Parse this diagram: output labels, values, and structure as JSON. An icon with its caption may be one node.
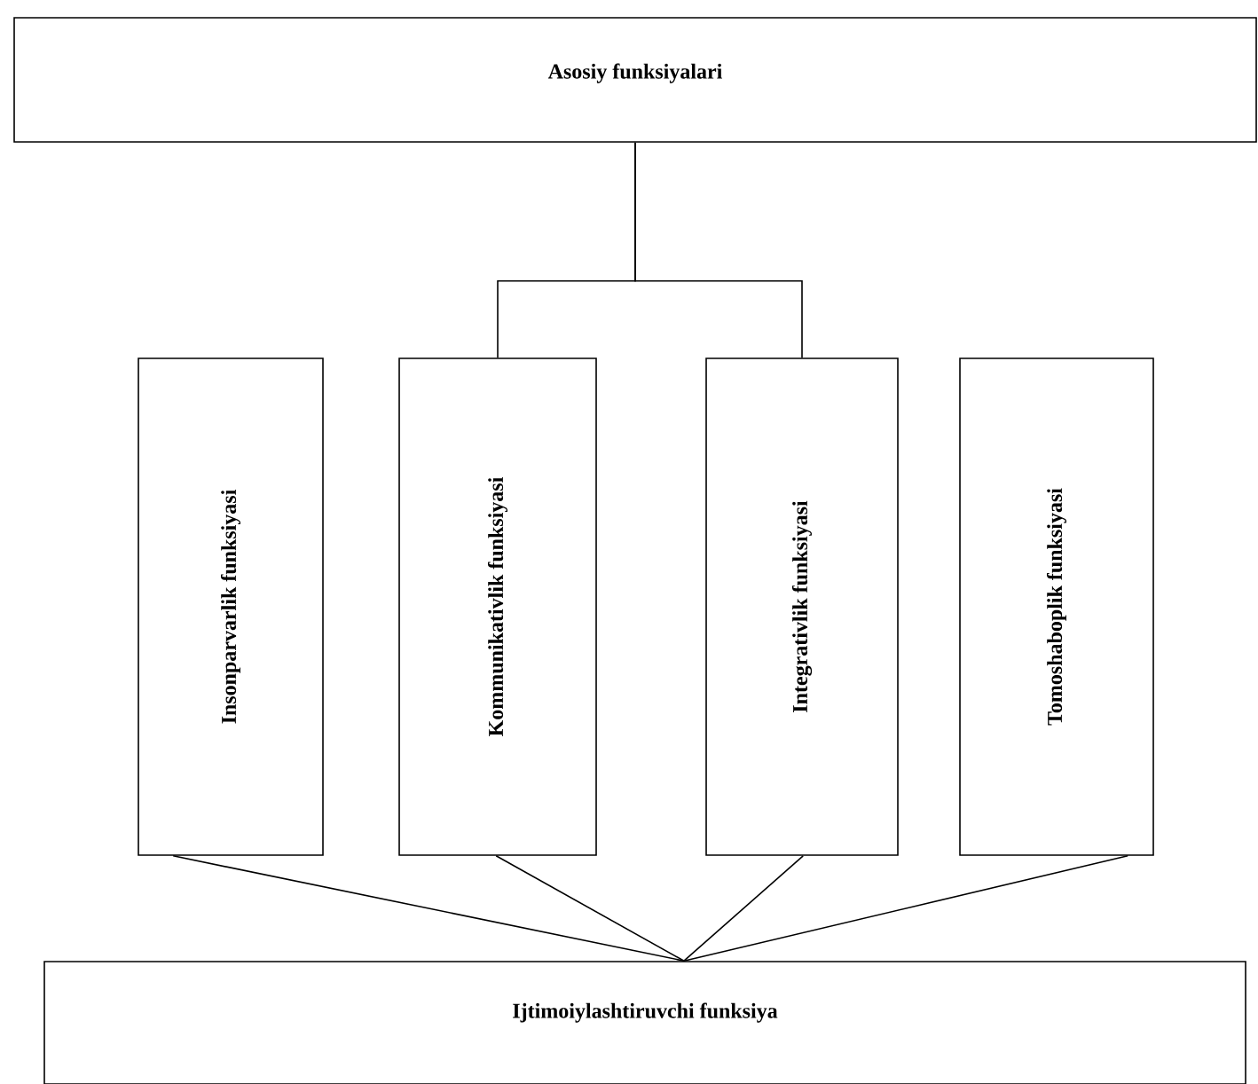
{
  "diagram": {
    "nodes": [
      {
        "text": [
          "Asosiy funksiyalari"
        ]
      },
      {
        "text": [
          "Insonparvarlik funksiyasi"
        ]
      },
      {
        "text": [
          "Kommunikativlik funksiyasi"
        ]
      },
      {
        "text": [
          "Integrativlik funksiyasi"
        ]
      },
      {
        "text": [
          "Tomoshaboplik funksiyasi"
        ]
      },
      {
        "text": [
          "Ijtimoiylashtiruvchi funksiya"
        ]
      }
    ],
    "edges": [
      {
        "from": 0,
        "to": 2,
        "arrow": "none"
      },
      {
        "from": 0,
        "to": 3,
        "arrow": "none"
      },
      {
        "from": 1,
        "to": 5,
        "arrow": "none"
      },
      {
        "from": 2,
        "to": 5,
        "arrow": "none"
      },
      {
        "from": 3,
        "to": 5,
        "arrow": "none"
      },
      {
        "from": 4,
        "to": 5,
        "arrow": "none"
      }
    ]
  }
}
